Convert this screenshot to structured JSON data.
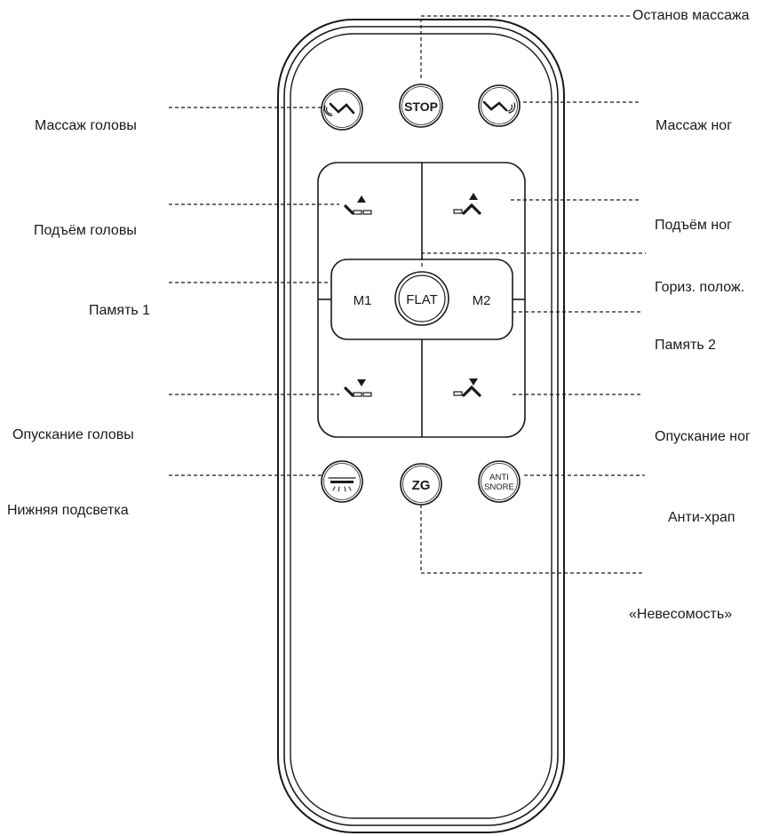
{
  "labels": {
    "massage_stop": "Останов массажа",
    "head_massage": "Массаж головы",
    "foot_massage": "Массаж ног",
    "head_up": "Подъём головы",
    "foot_up": "Подъём ног",
    "memory_1": "Память 1",
    "flat_position": "Гориз. полож.",
    "memory_2": "Память 2",
    "head_down": "Опускание головы",
    "foot_down": "Опускание ног",
    "under_light": "Нижняя подсветка",
    "anti_snore": "Анти-храп",
    "zero_gravity": "«Невесомость»"
  },
  "buttons": {
    "stop": "STOP",
    "m1": "M1",
    "flat": "FLAT",
    "m2": "M2",
    "zg": "ZG",
    "anti_line1": "ANTI",
    "anti_line2": "SNORE"
  },
  "icons": {
    "head_massage": "head-massage-icon",
    "foot_massage": "foot-massage-icon",
    "head_up": "head-up-icon",
    "foot_up": "foot-up-icon",
    "head_down": "head-down-icon",
    "foot_down": "foot-down-icon",
    "under_light": "under-light-icon"
  },
  "colors": {
    "ink": "#1a1a1a",
    "background": "#ffffff"
  }
}
